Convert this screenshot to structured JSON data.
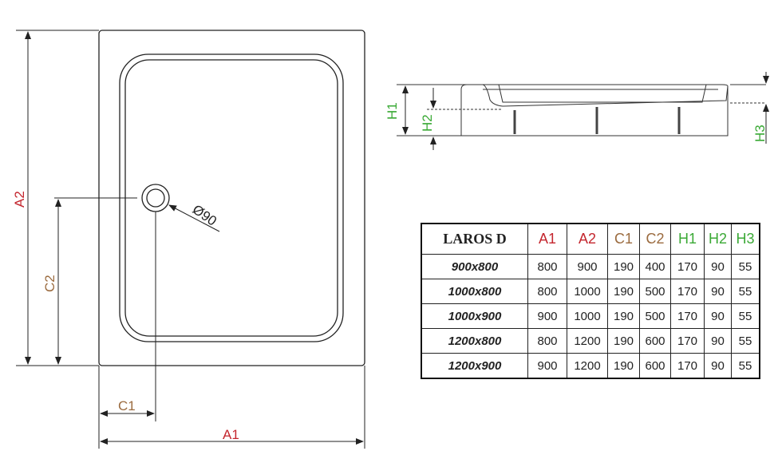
{
  "colors": {
    "red": "#c4262e",
    "brown": "#9b6b3f",
    "green": "#3aa935"
  },
  "labels": {
    "a1": "A1",
    "a2": "A2",
    "c1": "C1",
    "c2": "C2",
    "h1": "H1",
    "h2": "H2",
    "h3": "H3",
    "drain": "Ø90"
  },
  "table": {
    "title": "LAROS D",
    "headers": [
      "A1",
      "A2",
      "C1",
      "C2",
      "H1",
      "H2",
      "H3"
    ],
    "rows": [
      {
        "model": "900x800",
        "values": [
          "800",
          "900",
          "190",
          "400",
          "170",
          "90",
          "55"
        ]
      },
      {
        "model": "1000x800",
        "values": [
          "800",
          "1000",
          "190",
          "500",
          "170",
          "90",
          "55"
        ]
      },
      {
        "model": "1000x900",
        "values": [
          "900",
          "1000",
          "190",
          "500",
          "170",
          "90",
          "55"
        ]
      },
      {
        "model": "1200x800",
        "values": [
          "800",
          "1200",
          "190",
          "600",
          "170",
          "90",
          "55"
        ]
      },
      {
        "model": "1200x900",
        "values": [
          "900",
          "1200",
          "190",
          "600",
          "170",
          "90",
          "55"
        ]
      }
    ]
  }
}
